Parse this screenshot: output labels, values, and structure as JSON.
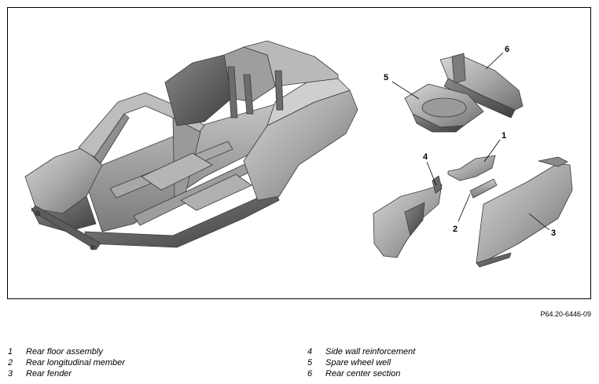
{
  "figure": {
    "reference_code": "P64.20-6446-09",
    "callouts": [
      "1",
      "2",
      "3",
      "4",
      "5",
      "6"
    ]
  },
  "legend": [
    {
      "number": "1",
      "label": "Rear floor assembly"
    },
    {
      "number": "2",
      "label": "Rear longitudinal member"
    },
    {
      "number": "3",
      "label": "Rear fender"
    },
    {
      "number": "4",
      "label": "Side wall reinforcement"
    },
    {
      "number": "5",
      "label": "Spare wheel well"
    },
    {
      "number": "6",
      "label": "Rear center section"
    }
  ]
}
